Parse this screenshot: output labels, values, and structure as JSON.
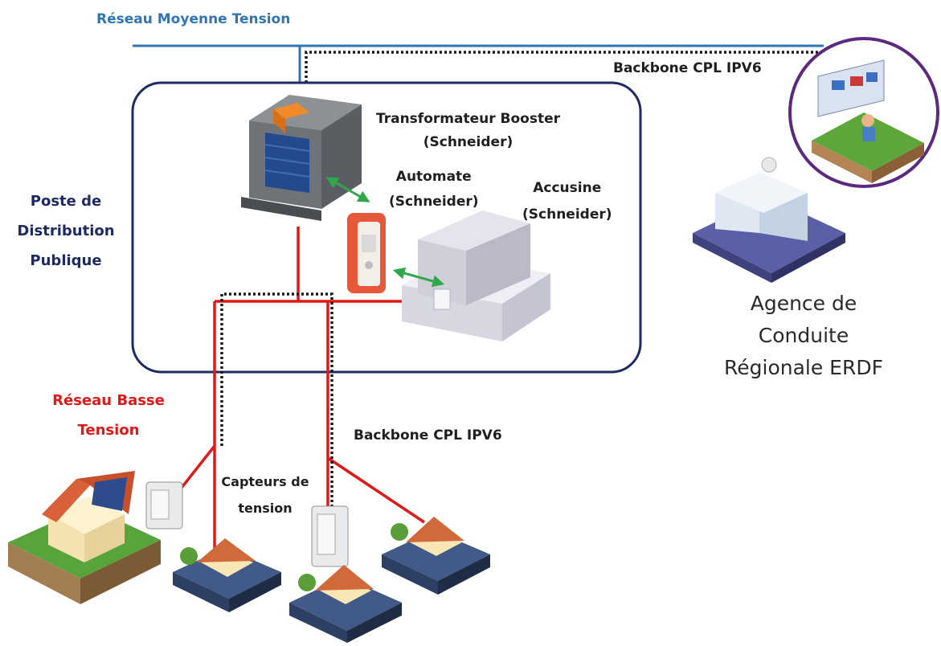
{
  "labels": {
    "reseau_moyenne": "Réseau Moyenne Tension",
    "backbone_top": "Backbone CPL IPV6",
    "transformateur": [
      "Transformateur Booster",
      "(Schneider)"
    ],
    "automate": [
      "Automate",
      "(Schneider)"
    ],
    "accusine": [
      "Accusine",
      "(Schneider)"
    ],
    "poste": [
      "Poste de",
      "Distribution",
      "Publique"
    ],
    "agence": [
      "Agence de",
      "Conduite",
      "Régionale ERDF"
    ],
    "reseau_basse": [
      "Réseau Basse",
      "Tension"
    ],
    "backbone_bottom": "Backbone CPL IPV6",
    "capteurs": [
      "Capteurs de",
      "tension"
    ]
  },
  "icons": [
    "transformer-icon",
    "automate-cabinet-icon",
    "accusine-unit-icon",
    "control-room-icon",
    "agency-building-icon",
    "solar-house-icon",
    "house-icon",
    "meter-box-icon"
  ],
  "colors": {
    "medium_voltage": "#2f74b5",
    "low_voltage": "#e01818",
    "backbone": "#1a1a1a",
    "substation_border": "#1e2a63",
    "link_arrow": "#2ea84a",
    "control_circle": "#5b2a7e"
  }
}
